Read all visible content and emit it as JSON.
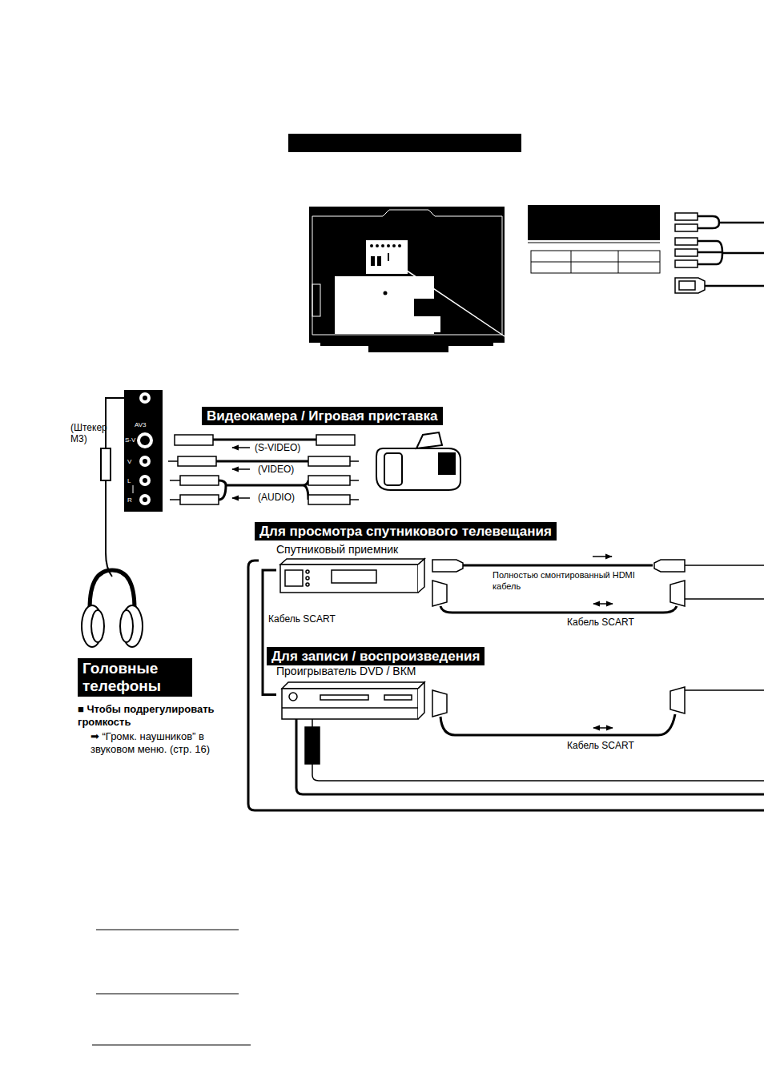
{
  "diagram": {
    "nodes": [
      {
        "text": [
          "Видеокамера / Игровая приставка"
        ]
      },
      {
        "text": [
          "Для просмотра спутникового телевещания"
        ]
      },
      {
        "text": [
          "Спутниковый приемник"
        ]
      },
      {
        "text": [
          "Для записи / воспроизведения"
        ]
      },
      {
        "text": [
          "Проигрыватель DVD / ВКМ"
        ]
      },
      {
        "text": [
          "Головные телефоны"
        ]
      }
    ],
    "edges": [
      {
        "from": 2,
        "to": 4,
        "arrow": "none",
        "label": "Кабель SCART"
      }
    ],
    "labels": [
      "(Штекер M3)",
      "AV3",
      "S-V",
      "V",
      "L",
      "R",
      "(S-VIDEO)",
      "(VIDEO)",
      "(AUDIO)",
      "Полностью смонтированный HDMI кабель",
      "Кабель SCART",
      "Кабель SCART",
      "■ Чтобы подрегулировать громкость",
      "➡ “Громк. наушников” в звуковом меню. (стр. 16)"
    ]
  }
}
